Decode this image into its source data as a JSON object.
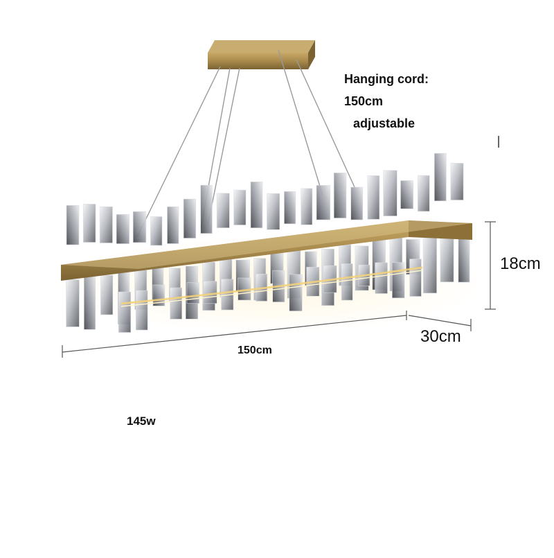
{
  "labels": {
    "hanging_cord_title": "Hanging cord:",
    "hanging_cord_length": "150cm",
    "hanging_cord_note": "adjustable",
    "height": "18cm",
    "depth": "30cm",
    "width": "150cm",
    "power": "145w"
  },
  "colors": {
    "brass": "#a88a4c",
    "brass_dark": "#7a6232",
    "crystal_light": "#e4e6ea",
    "crystal_dark": "#5a5d63",
    "dimension_line": "#555555"
  }
}
